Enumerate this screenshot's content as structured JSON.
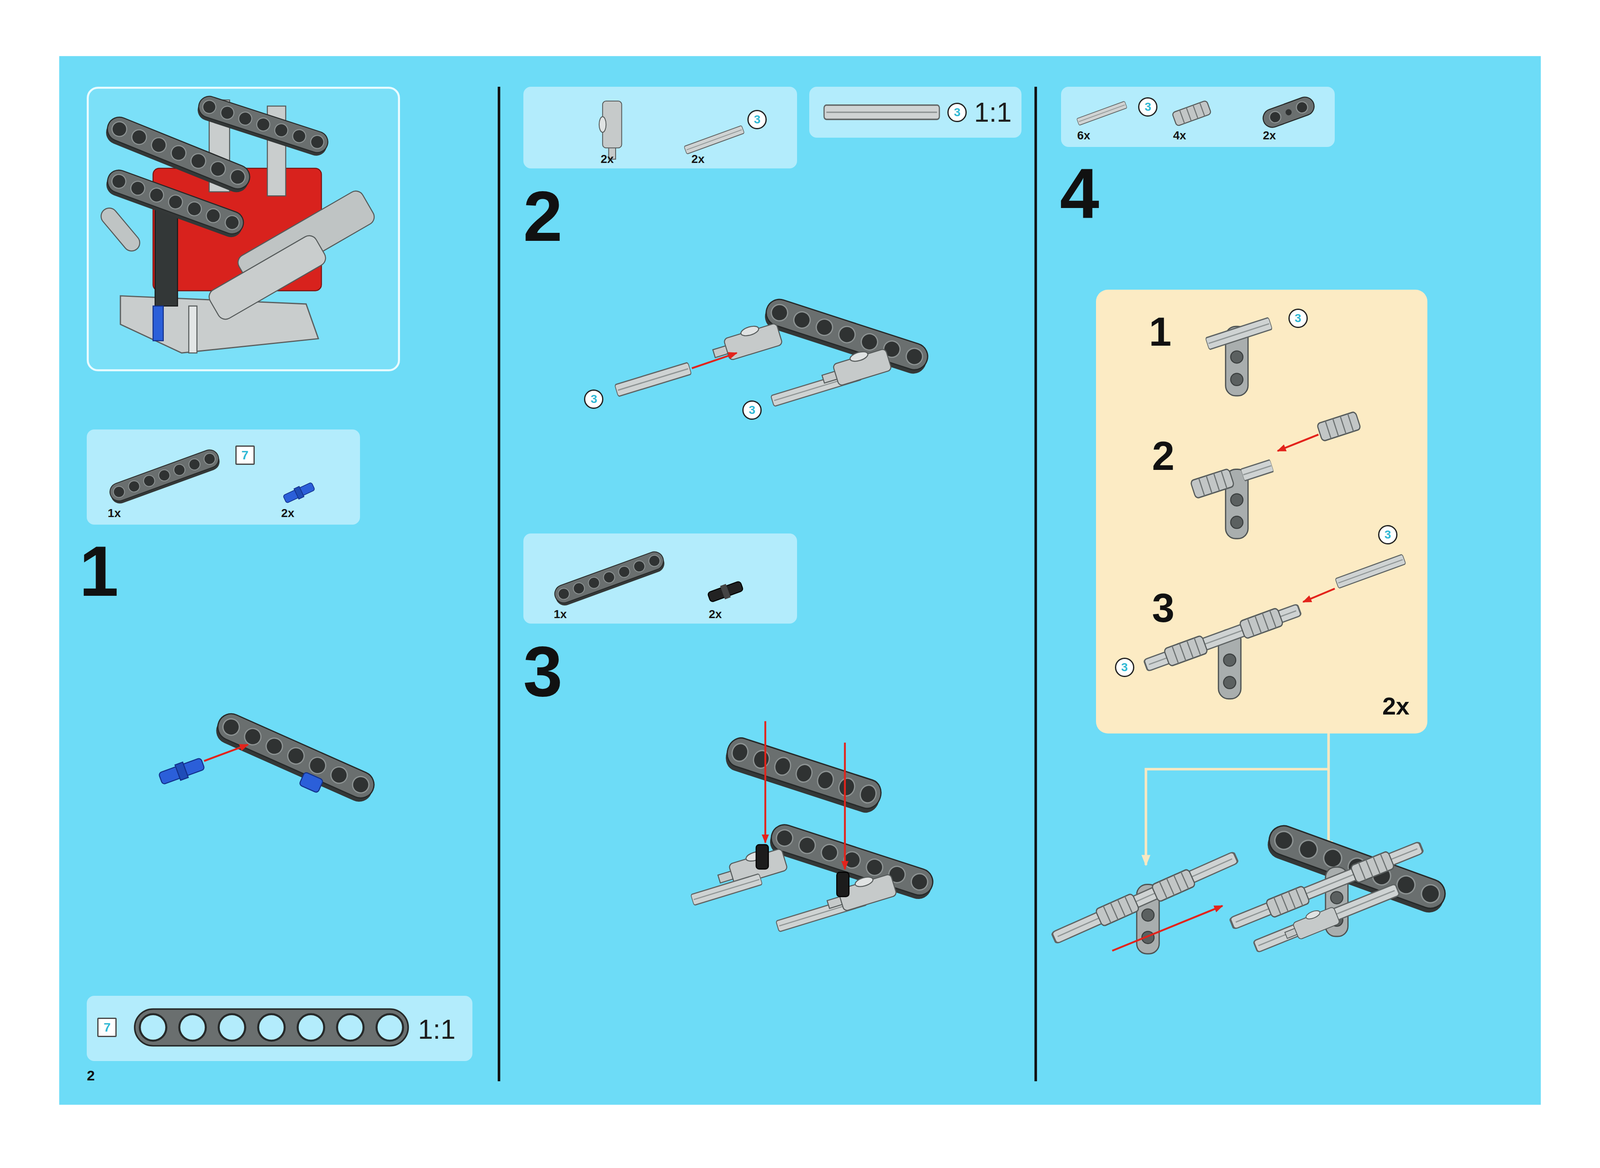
{
  "diagram": {
    "nodes": [
      {
        "text": [
          "7",
          "1x",
          "2x"
        ]
      },
      {
        "text": [
          "7",
          "1:1"
        ]
      },
      {
        "text": [
          "3",
          "2x",
          "2x"
        ]
      },
      {
        "text": [
          "3",
          "1:1"
        ]
      },
      {
        "text": [
          "1x",
          "2x"
        ]
      },
      {
        "text": [
          "3",
          "6x",
          "4x",
          "2x"
        ]
      },
      {
        "text": [
          "1",
          "3",
          "2",
          "3",
          "3",
          "3",
          "2x"
        ]
      }
    ],
    "labels": [
      "1",
      "2",
      "2",
      "3",
      "3",
      "3",
      "4"
    ]
  }
}
